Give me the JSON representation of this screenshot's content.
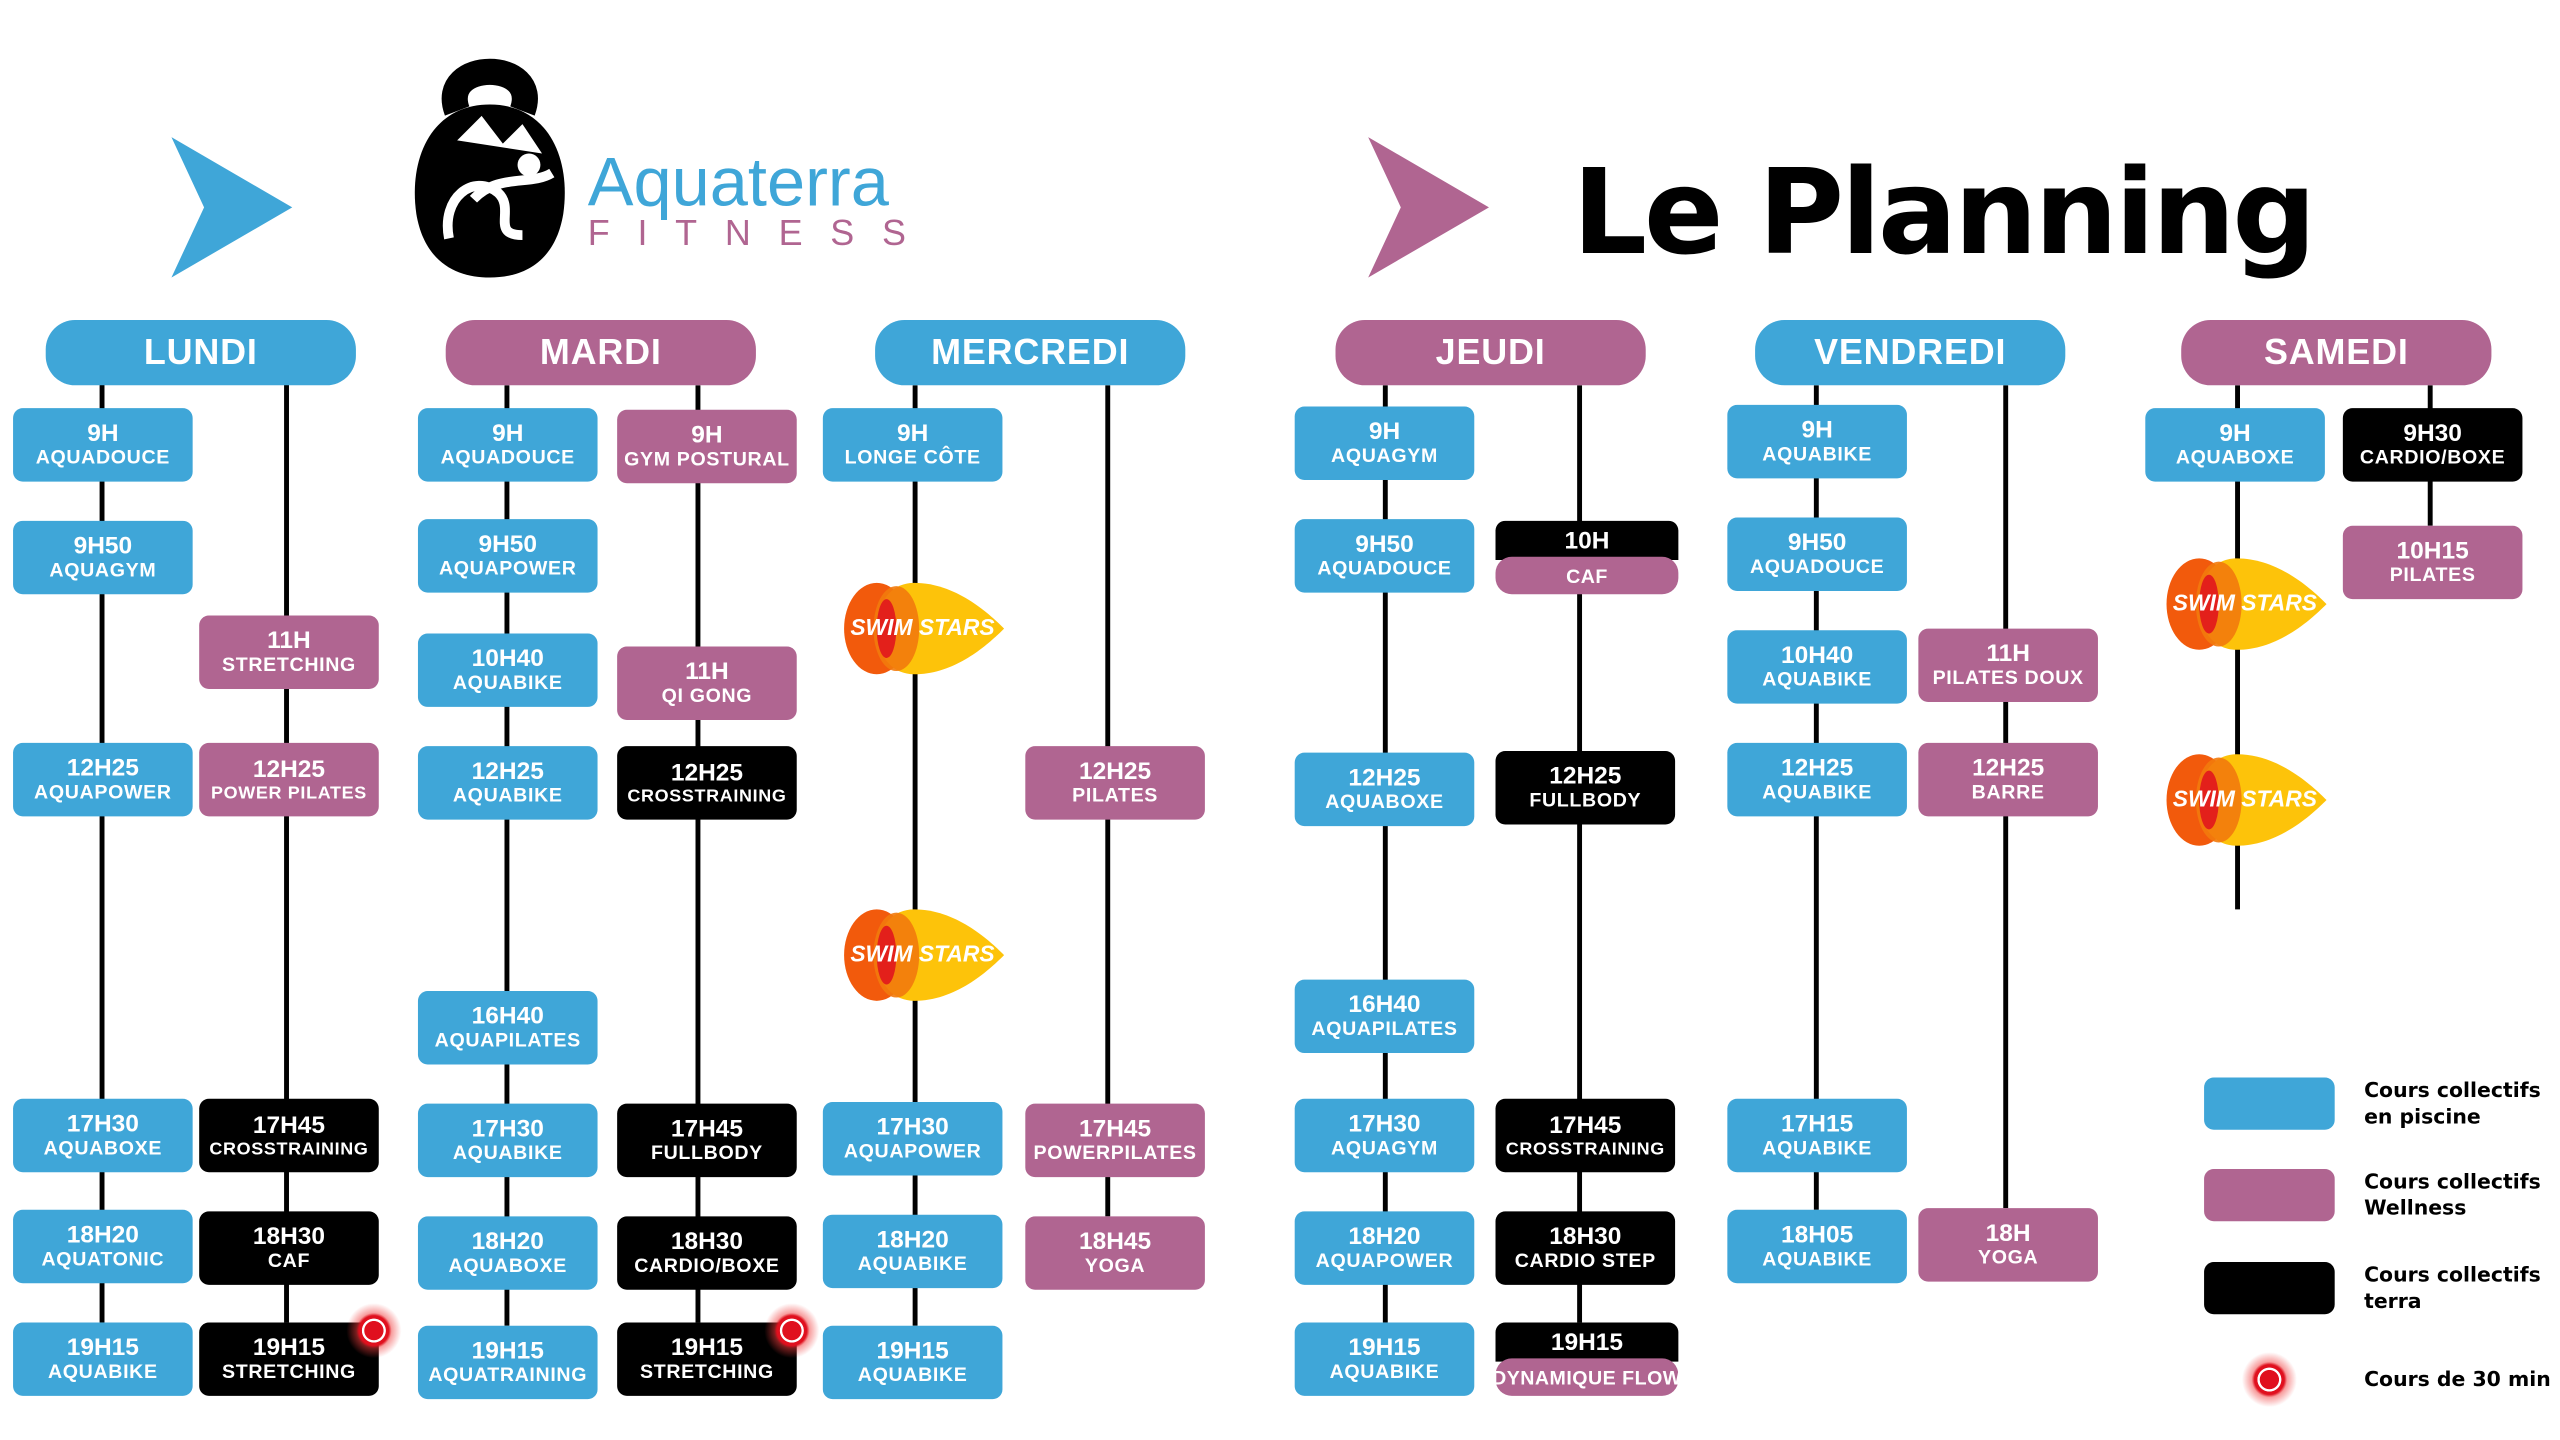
{
  "colors": {
    "piscine": "#3fa6d8",
    "wellness": "#b06591",
    "terra": "#000000",
    "short_marker": "#e0101e"
  },
  "logo": {
    "brand": "Aquaterra",
    "subtitle": "FITNESS"
  },
  "title": "Le Planning",
  "days": [
    {
      "name": "LUNDI",
      "color": "piscine",
      "lanes": [
        [
          {
            "time": "9H",
            "name": "AQUADOUCE",
            "type": "piscine"
          },
          {
            "time": "9H50",
            "name": "AQUAGYM",
            "type": "piscine"
          },
          {
            "time": "12H25",
            "name": "AQUAPOWER",
            "type": "piscine"
          },
          {
            "time": "17H30",
            "name": "AQUABOXE",
            "type": "piscine"
          },
          {
            "time": "18H20",
            "name": "AQUATONIC",
            "type": "piscine"
          },
          {
            "time": "19H15",
            "name": "AQUABIKE",
            "type": "piscine"
          }
        ],
        [
          {
            "time": "11H",
            "name": "STRETCHING",
            "type": "wellness"
          },
          {
            "time": "12H25",
            "name": "POWER PILATES",
            "type": "wellness"
          },
          {
            "time": "17H45",
            "name": "CROSSTRAINING",
            "type": "terra"
          },
          {
            "time": "18H30",
            "name": "CAF",
            "type": "terra"
          },
          {
            "time": "19H15",
            "name": "STRETCHING",
            "type": "terra",
            "short": true
          }
        ]
      ]
    },
    {
      "name": "MARDI",
      "color": "wellness",
      "lanes": [
        [
          {
            "time": "9H",
            "name": "AQUADOUCE",
            "type": "piscine"
          },
          {
            "time": "9H50",
            "name": "AQUAPOWER",
            "type": "piscine"
          },
          {
            "time": "10H40",
            "name": "AQUABIKE",
            "type": "piscine"
          },
          {
            "time": "12H25",
            "name": "AQUABIKE",
            "type": "piscine"
          },
          {
            "time": "16H40",
            "name": "AQUAPILATES",
            "type": "piscine"
          },
          {
            "time": "17H30",
            "name": "AQUABIKE",
            "type": "piscine"
          },
          {
            "time": "18H20",
            "name": "AQUABOXE",
            "type": "piscine"
          },
          {
            "time": "19H15",
            "name": "AQUATRAINING",
            "type": "piscine"
          }
        ],
        [
          {
            "time": "9H",
            "name": "GYM POSTURAL",
            "type": "wellness"
          },
          {
            "time": "11H",
            "name": "QI GONG",
            "type": "wellness"
          },
          {
            "time": "12H25",
            "name": "CROSSTRAINING",
            "type": "terra"
          },
          {
            "time": "17H45",
            "name": "FULLBODY",
            "type": "terra"
          },
          {
            "time": "18H30",
            "name": "CARDIO/BOXE",
            "type": "terra"
          },
          {
            "time": "19H15",
            "name": "STRETCHING",
            "type": "terra",
            "short": true
          }
        ]
      ]
    },
    {
      "name": "MERCREDI",
      "color": "piscine",
      "lanes": [
        [
          {
            "time": "9H",
            "name": "LONGE CÔTE",
            "type": "piscine"
          },
          {
            "name": "SWIM STARS",
            "type": "logo"
          },
          {
            "name": "SWIM STARS",
            "type": "logo"
          },
          {
            "time": "17H30",
            "name": "AQUAPOWER",
            "type": "piscine"
          },
          {
            "time": "18H20",
            "name": "AQUABIKE",
            "type": "piscine"
          },
          {
            "time": "19H15",
            "name": "AQUABIKE",
            "type": "piscine"
          }
        ],
        [
          {
            "time": "12H25",
            "name": "PILATES",
            "type": "wellness"
          },
          {
            "time": "17H45",
            "name": "POWERPILATES",
            "type": "wellness"
          },
          {
            "time": "18H45",
            "name": "YOGA",
            "type": "wellness"
          }
        ]
      ]
    },
    {
      "name": "JEUDI",
      "color": "wellness",
      "lanes": [
        [
          {
            "time": "9H",
            "name": "AQUAGYM",
            "type": "piscine"
          },
          {
            "time": "9H50",
            "name": "AQUADOUCE",
            "type": "piscine"
          },
          {
            "time": "12H25",
            "name": "AQUABOXE",
            "type": "piscine"
          },
          {
            "time": "16H40",
            "name": "AQUAPILATES",
            "type": "piscine"
          },
          {
            "time": "17H30",
            "name": "AQUAGYM",
            "type": "piscine"
          },
          {
            "time": "18H20",
            "name": "AQUAPOWER",
            "type": "piscine"
          },
          {
            "time": "19H15",
            "name": "AQUABIKE",
            "type": "piscine"
          }
        ],
        [
          {
            "time": "10H",
            "name": "CAF",
            "type": "split"
          },
          {
            "time": "12H25",
            "name": "FULLBODY",
            "type": "terra"
          },
          {
            "time": "17H45",
            "name": "CROSSTRAINING",
            "type": "terra"
          },
          {
            "time": "18H30",
            "name": "CARDIO STEP",
            "type": "terra"
          },
          {
            "time": "19H15",
            "name": "DYNAMIQUE FLOW",
            "type": "split"
          }
        ]
      ]
    },
    {
      "name": "VENDREDI",
      "color": "piscine",
      "lanes": [
        [
          {
            "time": "9H",
            "name": "AQUABIKE",
            "type": "piscine"
          },
          {
            "time": "9H50",
            "name": "AQUADOUCE",
            "type": "piscine"
          },
          {
            "time": "10H40",
            "name": "AQUABIKE",
            "type": "piscine"
          },
          {
            "time": "12H25",
            "name": "AQUABIKE",
            "type": "piscine"
          },
          {
            "time": "17H15",
            "name": "AQUABIKE",
            "type": "piscine"
          },
          {
            "time": "18H05",
            "name": "AQUABIKE",
            "type": "piscine"
          }
        ],
        [
          {
            "time": "11H",
            "name": "PILATES DOUX",
            "type": "wellness"
          },
          {
            "time": "12H25",
            "name": "BARRE",
            "type": "wellness"
          },
          {
            "time": "18H",
            "name": "YOGA",
            "type": "wellness"
          }
        ]
      ]
    },
    {
      "name": "SAMEDI",
      "color": "wellness",
      "lanes": [
        [
          {
            "time": "9H",
            "name": "AQUABOXE",
            "type": "piscine"
          },
          {
            "name": "SWIM STARS",
            "type": "logo"
          },
          {
            "name": "SWIM STARS",
            "type": "logo"
          }
        ],
        [
          {
            "time": "9H30",
            "name": "CARDIO/BOXE",
            "type": "terra"
          },
          {
            "time": "10H15",
            "name": "PILATES",
            "type": "wellness"
          }
        ]
      ]
    }
  ],
  "legend": [
    {
      "type": "piscine",
      "label": "Cours collectifs en piscine"
    },
    {
      "type": "wellness",
      "label": "Cours collectifs Wellness"
    },
    {
      "type": "terra",
      "label": "Cours collectifs terra"
    },
    {
      "type": "short",
      "label": "Cours de 30 min"
    }
  ]
}
